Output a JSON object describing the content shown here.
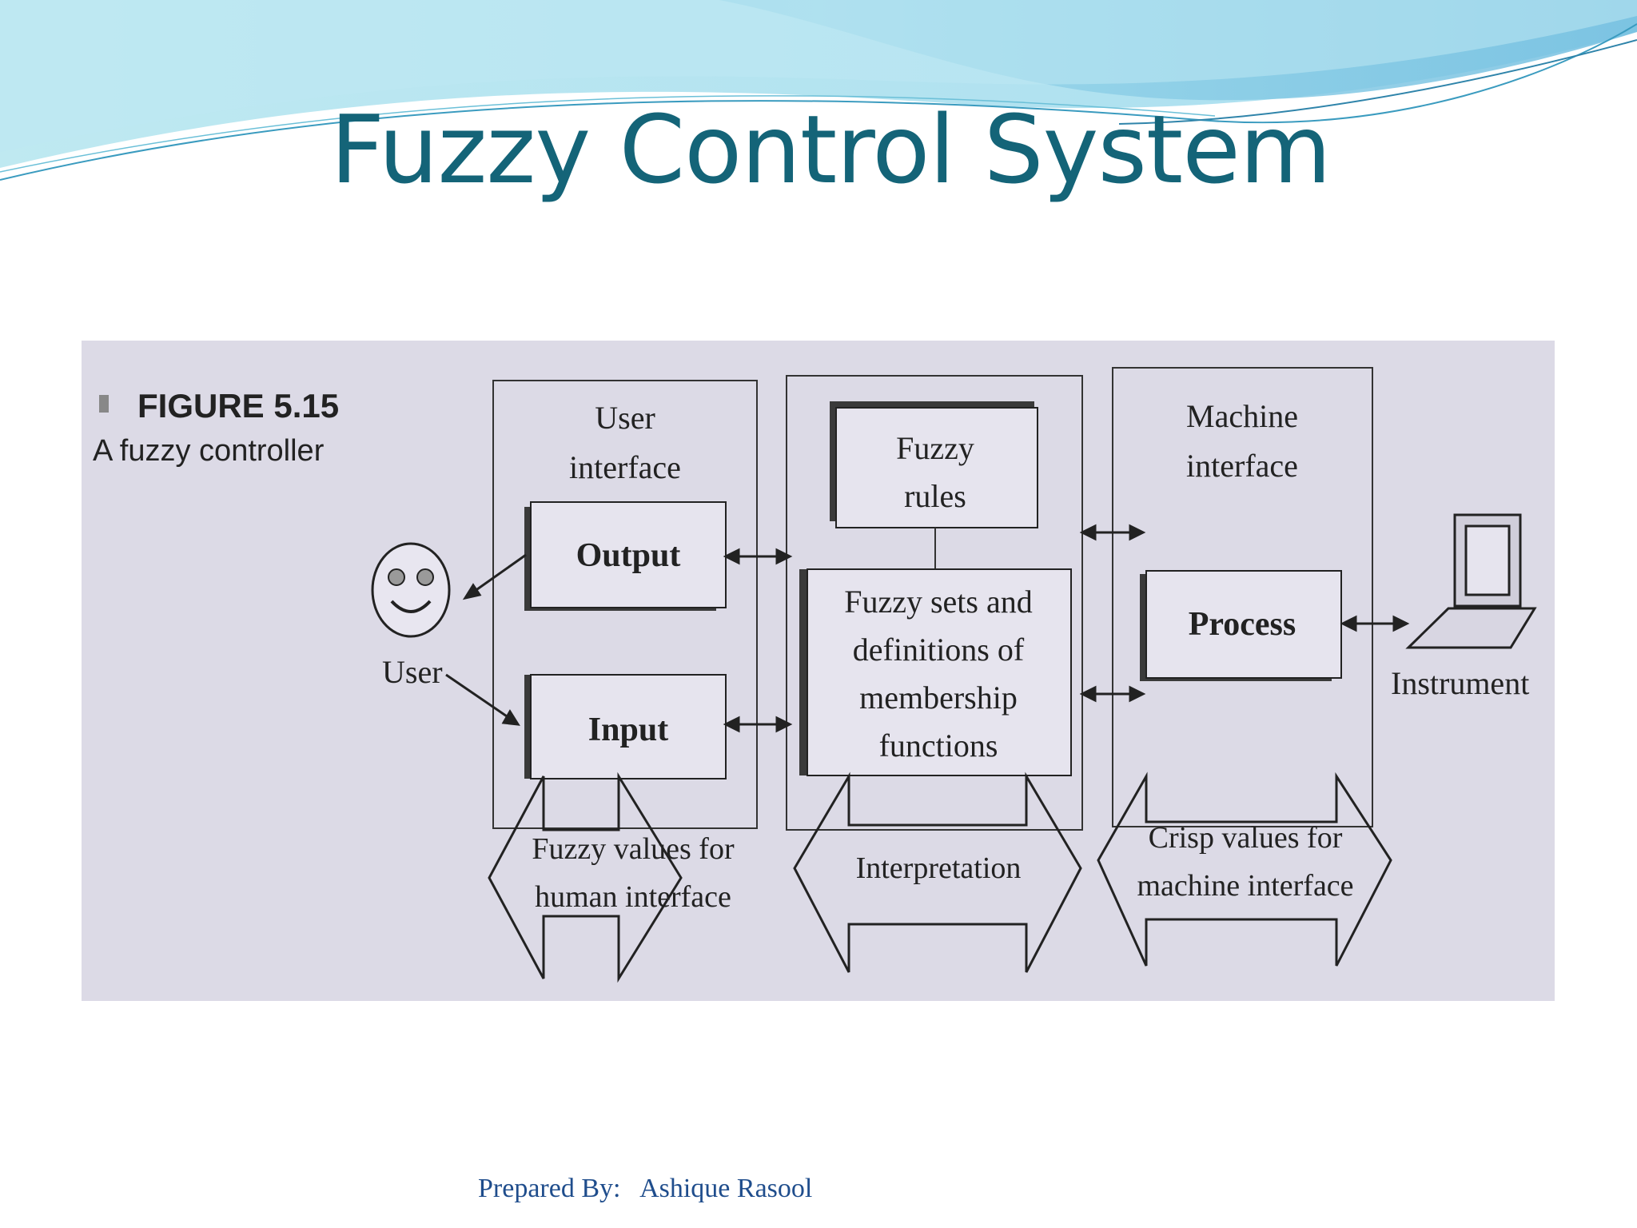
{
  "slide": {
    "title": "Fuzzy Control System",
    "footer": "Prepared By:   Ashique Rasool"
  },
  "figure": {
    "label": "FIGURE 5.15",
    "caption": "A fuzzy controller",
    "user_interface": {
      "title_line1": "User",
      "title_line2": "interface",
      "output": "Output",
      "input": "Input"
    },
    "core": {
      "rules_line1": "Fuzzy",
      "rules_line2": "rules",
      "sets_line1": "Fuzzy sets and",
      "sets_line2": "definitions of",
      "sets_line3": "membership",
      "sets_line4": "functions"
    },
    "machine_interface": {
      "title_line1": "Machine",
      "title_line2": "interface",
      "process": "Process"
    },
    "user_label": "User",
    "instrument_label": "Instrument",
    "bottom_arrows": {
      "left_line1": "Fuzzy values for",
      "left_line2": "human interface",
      "middle": "Interpretation",
      "right_line1": "Crisp values for",
      "right_line2": "machine interface"
    }
  },
  "colors": {
    "title": "#146478",
    "footer": "#1f4d8c",
    "figure_bg": "#dcdae6",
    "wave_light": "#b6e6ef",
    "wave_mid": "#8fd4e4",
    "wave_dark": "#5fb6d4"
  }
}
